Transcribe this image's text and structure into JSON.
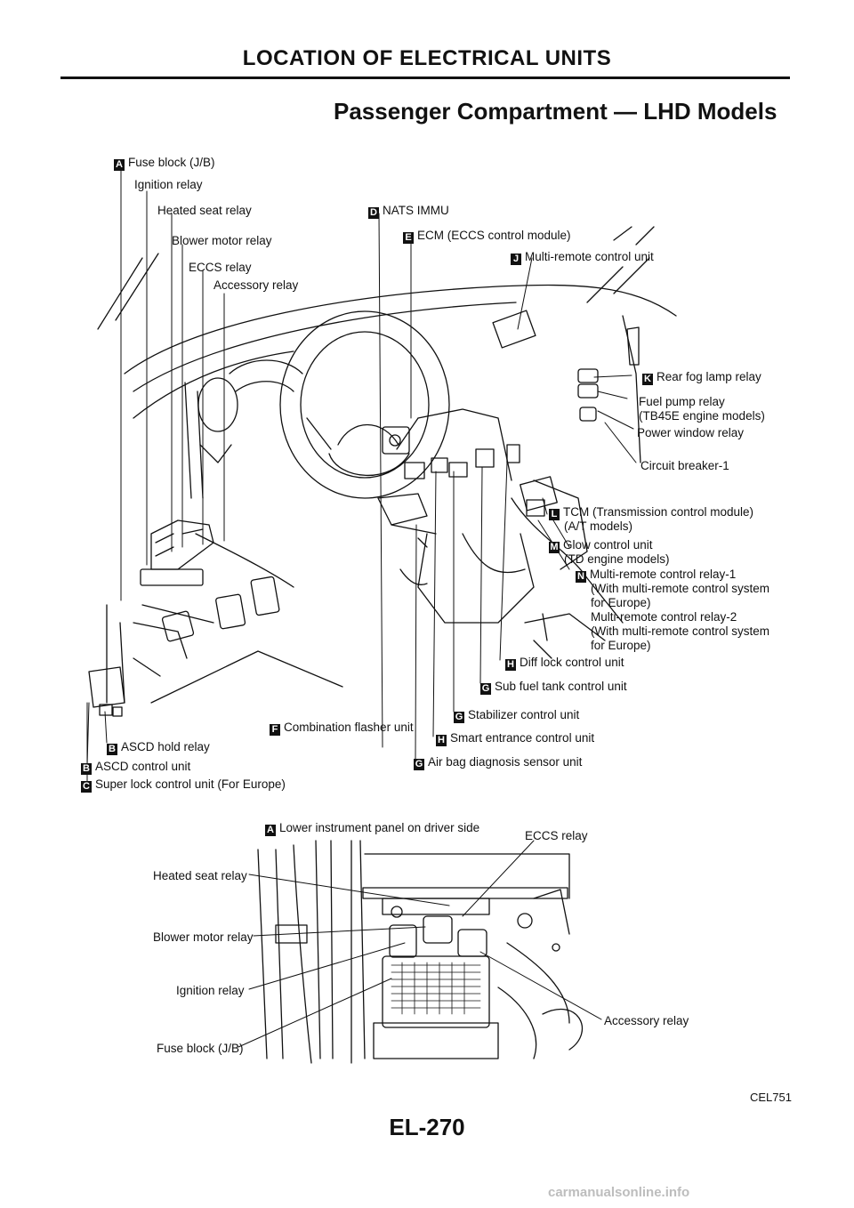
{
  "header": {
    "section_title": "LOCATION OF ELECTRICAL UNITS",
    "subtitle": "Passenger Compartment — LHD Models"
  },
  "top_labels": {
    "fuse_block": {
      "badge": "A",
      "text": "Fuse block (J/B)"
    },
    "ignition_relay": {
      "badge": "",
      "text": "Ignition relay"
    },
    "heated_seat_relay": {
      "badge": "",
      "text": "Heated seat relay"
    },
    "blower_motor_relay": {
      "badge": "",
      "text": "Blower motor relay"
    },
    "eccs_relay": {
      "badge": "",
      "text": "ECCS relay"
    },
    "accessory_relay": {
      "badge": "",
      "text": "Accessory relay"
    },
    "nats_immu": {
      "badge": "D",
      "text": "NATS IMMU"
    },
    "ecm": {
      "badge": "E",
      "text": "ECM (ECCS control module)"
    },
    "multi_remote_unit": {
      "badge": "J",
      "text": "Multi-remote control unit"
    },
    "rear_fog": {
      "badge": "K",
      "text": "Rear fog lamp relay"
    },
    "fuel_pump_1": {
      "badge": "",
      "text": "Fuel pump relay"
    },
    "fuel_pump_2": {
      "badge": "",
      "text": "(TB45E engine models)"
    },
    "power_window": {
      "badge": "",
      "text": "Power window relay"
    },
    "circuit_breaker": {
      "badge": "",
      "text": "Circuit breaker-1"
    },
    "tcm_1": {
      "badge": "L",
      "text": "TCM (Transmission control module)"
    },
    "tcm_2": {
      "badge": "",
      "text": "(A/T models)"
    },
    "glow_1": {
      "badge": "M",
      "text": "Glow control unit"
    },
    "glow_2": {
      "badge": "",
      "text": "(TD engine models)"
    },
    "mr_relay1_1": {
      "badge": "N",
      "text": "Multi-remote control relay-1"
    },
    "mr_relay1_2": {
      "badge": "",
      "text": "(With multi-remote control system"
    },
    "mr_relay1_3": {
      "badge": "",
      "text": "for Europe)"
    },
    "mr_relay2_1": {
      "badge": "",
      "text": "Multi-remote control relay-2"
    },
    "mr_relay2_2": {
      "badge": "",
      "text": "(With multi-remote control system"
    },
    "mr_relay2_3": {
      "badge": "",
      "text": "for Europe)"
    },
    "diff_lock": {
      "badge": "H",
      "text": "Diff lock control unit"
    },
    "sub_fuel": {
      "badge": "G",
      "text": "Sub fuel tank control unit"
    },
    "stabilizer": {
      "badge": "G",
      "text": "Stabilizer control unit"
    },
    "combination_flasher": {
      "badge": "F",
      "text": "Combination flasher unit"
    },
    "smart_entrance": {
      "badge": "H",
      "text": "Smart entrance control unit"
    },
    "air_bag": {
      "badge": "G",
      "text": "Air bag diagnosis sensor unit"
    },
    "ascd_hold": {
      "badge": "B",
      "text": "ASCD hold relay"
    },
    "ascd_control": {
      "badge": "B",
      "text": "ASCD control unit"
    },
    "super_lock": {
      "badge": "C",
      "text": "Super lock control unit (For Europe)"
    }
  },
  "bottom_labels": {
    "lower_panel": {
      "badge": "A",
      "text": "Lower instrument panel on driver side"
    },
    "eccs_relay": {
      "badge": "",
      "text": "ECCS relay"
    },
    "heated_seat_relay": {
      "badge": "",
      "text": "Heated seat relay"
    },
    "blower_motor_relay": {
      "badge": "",
      "text": "Blower motor relay"
    },
    "ignition_relay": {
      "badge": "",
      "text": "Ignition relay"
    },
    "fuse_block": {
      "badge": "",
      "text": "Fuse block (J/B)"
    },
    "accessory_relay": {
      "badge": "",
      "text": "Accessory relay"
    }
  },
  "figure_code": "CEL751",
  "page_number": "EL-270",
  "watermark": "carmanualsonline.info"
}
